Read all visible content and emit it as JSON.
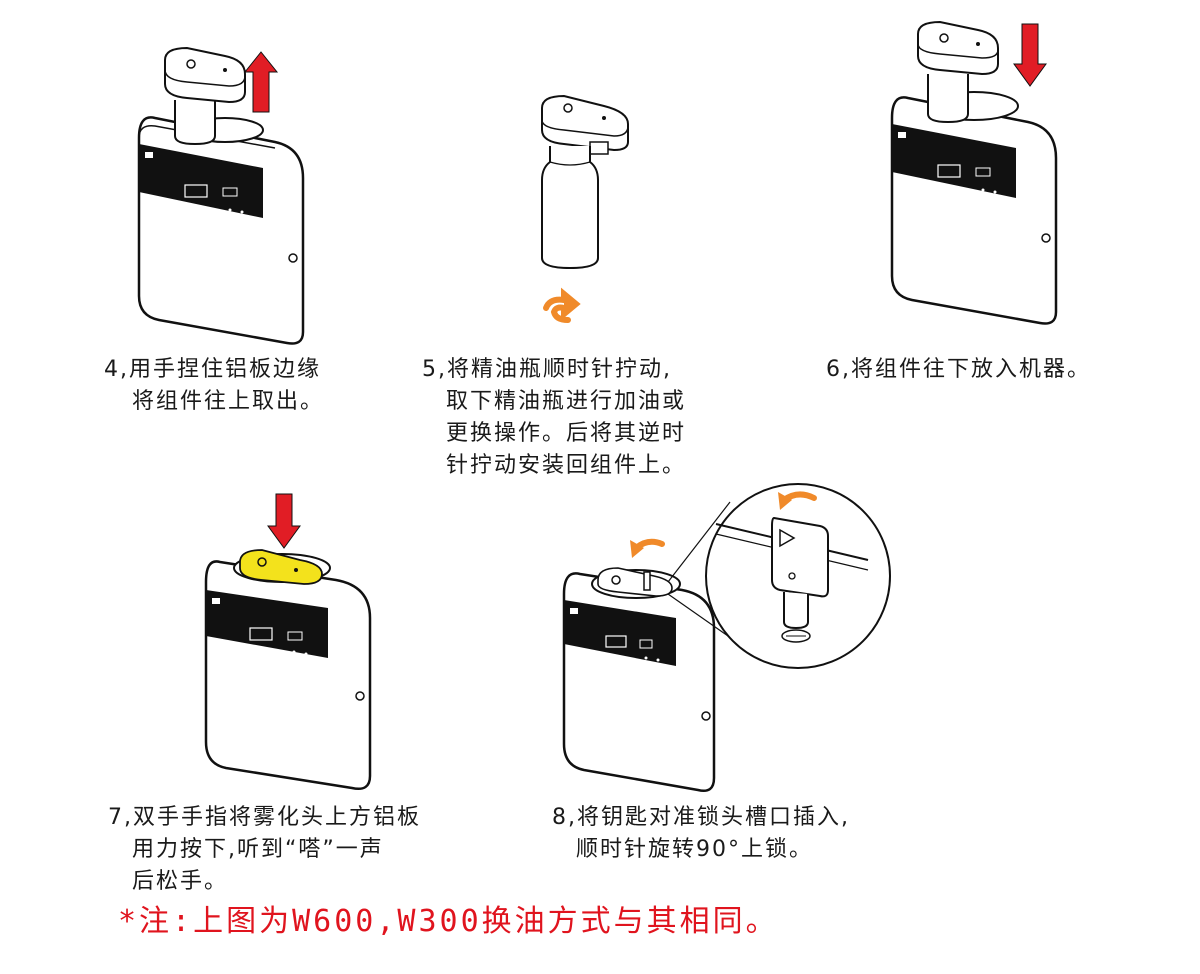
{
  "steps": [
    {
      "lines": [
        "4,用手捏住铝板边缘",
        "将组件往上取出。"
      ]
    },
    {
      "lines": [
        "5,将精油瓶顺时针拧动,",
        "取下精油瓶进行加油或",
        "更换操作。后将其逆时",
        "针拧动安装回组件上。"
      ]
    },
    {
      "lines": [
        "6,将组件往下放入机器。"
      ]
    },
    {
      "lines": [
        "7,双手手指将雾化头上方铝板",
        "用力按下,听到“嗒”一声",
        "后松手。"
      ]
    },
    {
      "lines": [
        "8,将钥匙对准锁头槽口插入,",
        "顺时针旋转90°上锁。"
      ]
    }
  ],
  "note": "*注:上图为W600,W300换油方式与其相同。",
  "colors": {
    "arrow_red": "#e11d25",
    "rotate_orange": "#f08a2a",
    "highlight_yellow": "#f3e21c",
    "note_red": "#e0141e"
  }
}
